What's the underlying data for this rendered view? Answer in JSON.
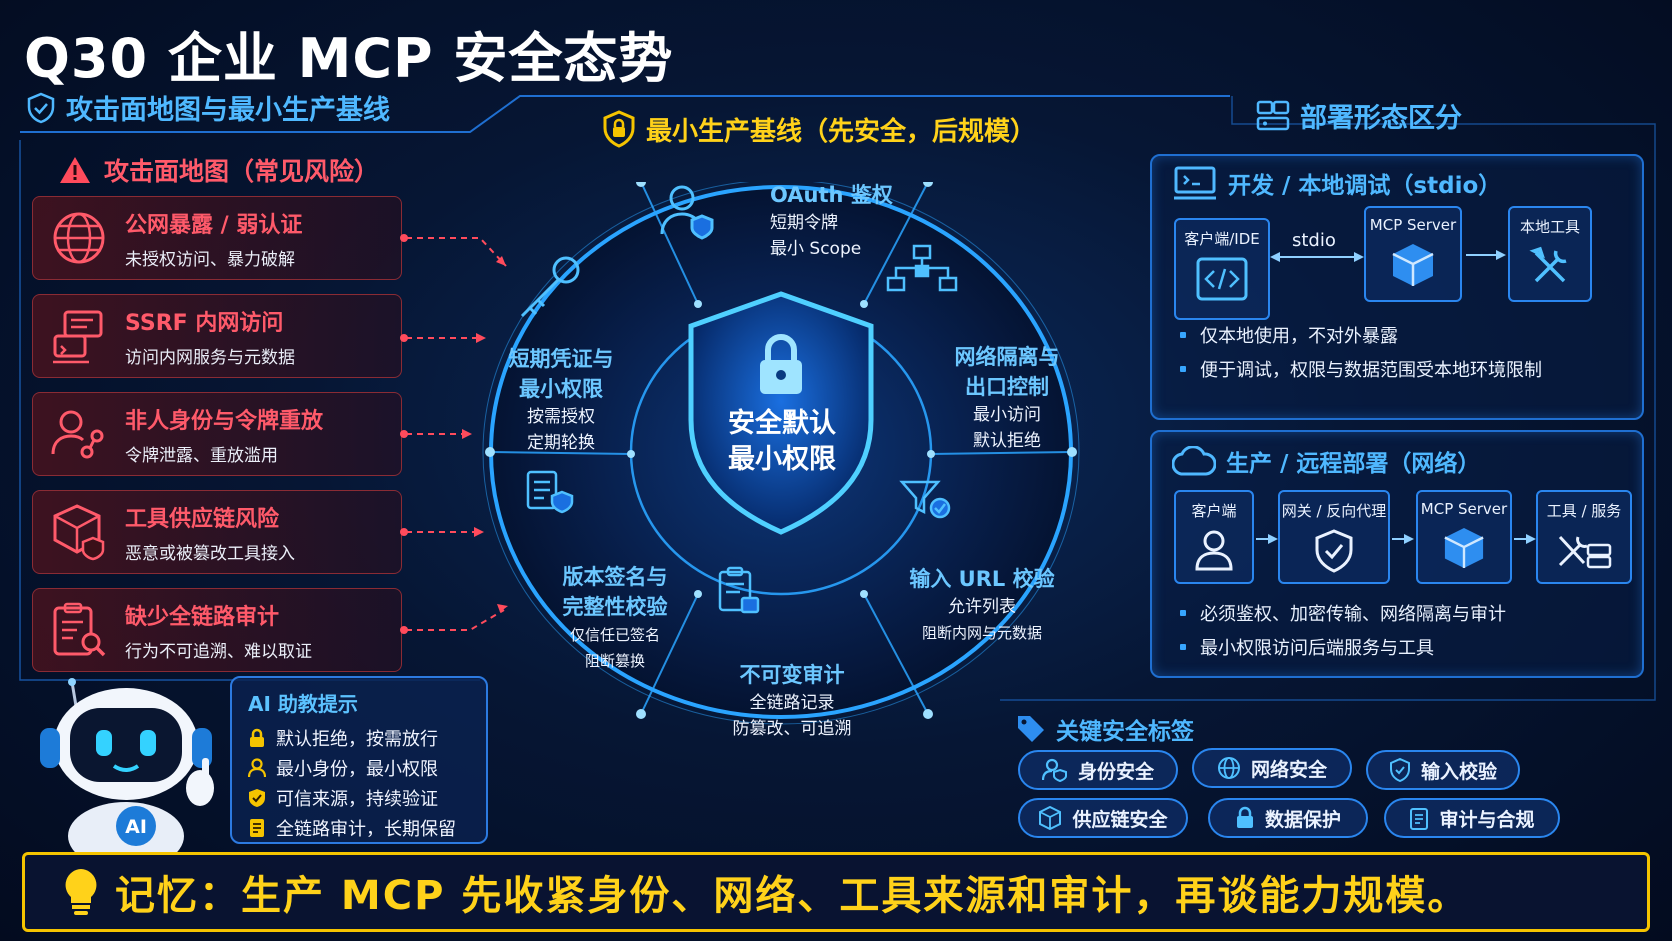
{
  "title": "Q30 企业 MCP 安全态势",
  "left_section": {
    "heading": "攻击面地图与最小生产基线",
    "subheading": "攻击面地图（常见风险）",
    "risks": [
      {
        "title": "公网暴露 / 弱认证",
        "desc": "未授权访问、暴力破解",
        "icon": "globe-icon"
      },
      {
        "title": "SSRF 内网访问",
        "desc": "访问内网服务与元数据",
        "icon": "server-terminal-icon"
      },
      {
        "title": "非人身份与令牌重放",
        "desc": "令牌泄露、重放滥用",
        "icon": "user-key-icon"
      },
      {
        "title": "工具供应链风险",
        "desc": "恶意或被篡改工具接入",
        "icon": "package-shield-icon"
      },
      {
        "title": "缺少全链路审计",
        "desc": "行为不可追溯、难以取证",
        "icon": "clipboard-search-icon"
      }
    ]
  },
  "tips": {
    "heading": "AI 助教提示",
    "items": [
      {
        "text": "默认拒绝，按需放行",
        "icon": "lock-icon"
      },
      {
        "text": "最小身份，最小权限",
        "icon": "user-icon"
      },
      {
        "text": "可信来源，持续验证",
        "icon": "shield-check-icon"
      },
      {
        "text": "全链路审计，长期保留",
        "icon": "document-icon"
      }
    ],
    "robot_badge": "AI"
  },
  "center": {
    "heading": "最小生产基线（先安全，后规模）",
    "core": {
      "line1": "安全默认",
      "line2": "最小权限"
    },
    "segments": [
      {
        "title": "OAuth 鉴权",
        "lines": [
          "短期令牌",
          "最小 Scope"
        ]
      },
      {
        "title": "网络隔离与出口控制",
        "title_lines": [
          "网络隔离与",
          "出口控制"
        ],
        "lines": [
          "最小访问",
          "默认拒绝"
        ]
      },
      {
        "title_lines": [
          "输入 URL 校验"
        ],
        "lines": [
          "允许列表",
          "阻断内网与元数据"
        ]
      },
      {
        "title_lines": [
          "不可变审计"
        ],
        "lines": [
          "全链路记录",
          "防篡改、可追溯"
        ]
      },
      {
        "title_lines": [
          "版本签名与",
          "完整性校验"
        ],
        "lines": [
          "仅信任已签名",
          "阻断篡换"
        ]
      },
      {
        "title_lines": [
          "短期凭证与",
          "最小权限"
        ],
        "lines": [
          "按需授权",
          "定期轮换"
        ]
      }
    ]
  },
  "right_section": {
    "heading": "部署形态区分",
    "dev": {
      "heading": "开发 / 本地调试（stdio）",
      "nodes": [
        "客户端/IDE",
        "MCP Server",
        "本地工具"
      ],
      "link_label": "stdio",
      "bullets": [
        "仅本地使用，不对外暴露",
        "便于调试，权限与数据范围受本地环境限制"
      ]
    },
    "prod": {
      "heading": "生产 / 远程部署（网络）",
      "nodes": [
        "客户端",
        "网关 / 反向代理",
        "MCP Server",
        "工具 / 服务"
      ],
      "bullets": [
        "必须鉴权、加密传输、网络隔离与审计",
        "最小权限访问后端服务与工具"
      ]
    }
  },
  "tags": {
    "heading": "关键安全标签",
    "items": [
      "身份安全",
      "网络安全",
      "输入校验",
      "供应链安全",
      "数据保护",
      "审计与合规"
    ]
  },
  "memo": "记忆：生产 MCP 先收紧身份、网络、工具来源和审计，再谈能力规模。",
  "colors": {
    "accent": "#4fb8ff",
    "risk": "#ff5a6a",
    "memo": "#ffd21a"
  }
}
